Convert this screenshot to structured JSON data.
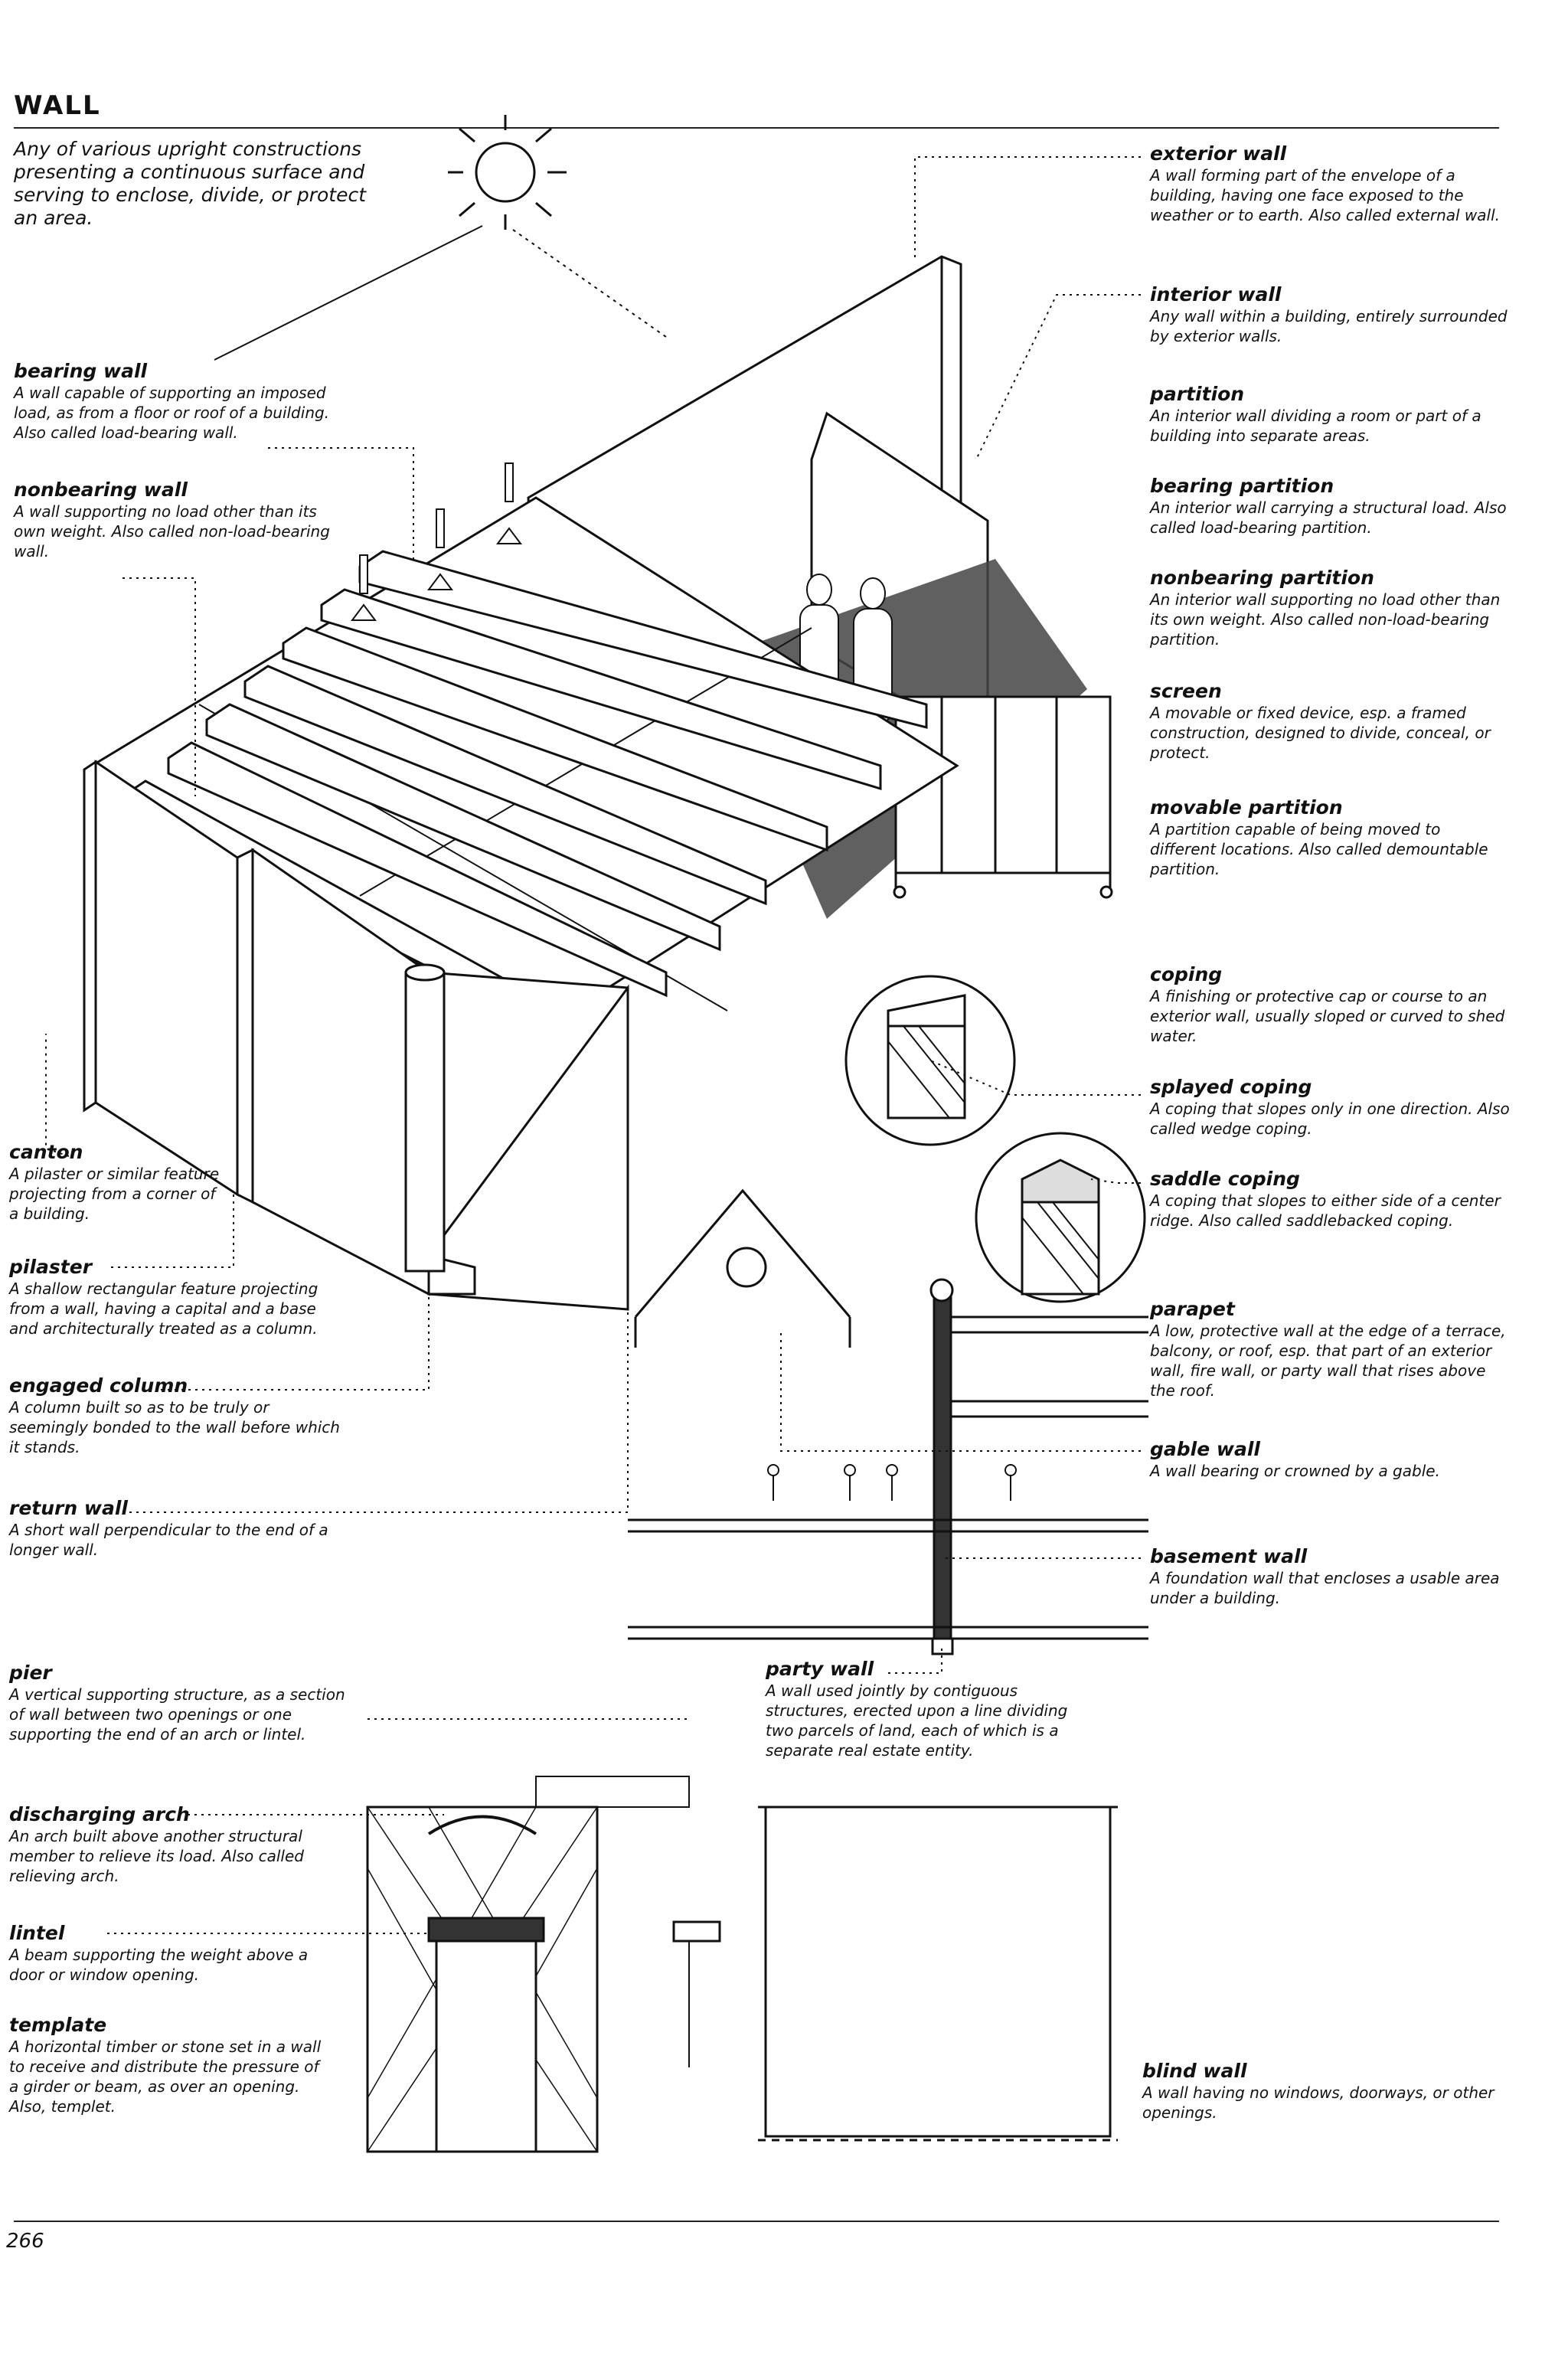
{
  "page": {
    "title": "WALL",
    "intro": "Any of various upright constructions presenting a continuous surface and serving to enclose, divide, or protect an area.",
    "page_number": "266"
  },
  "entries": {
    "exterior_wall": {
      "term": "exterior wall",
      "def": "A wall forming part of the envelope of a building, having one face exposed to the weather or to earth. Also called external wall."
    },
    "interior_wall": {
      "term": "interior wall",
      "def": "Any wall within a building, entirely surrounded by exterior walls."
    },
    "partition": {
      "term": "partition",
      "def": "An interior wall dividing a room or part of a building into separate areas."
    },
    "bearing_partition": {
      "term": "bearing partition",
      "def": "An interior wall carrying a structural load. Also called load-bearing partition."
    },
    "nonbearing_partition": {
      "term": "nonbearing partition",
      "def": "An interior wall supporting no load other than its own weight. Also called non-load-bearing partition."
    },
    "screen": {
      "term": "screen",
      "def": "A movable or fixed device, esp. a framed construction, designed to divide, conceal, or protect."
    },
    "movable_partition": {
      "term": "movable partition",
      "def": "A partition capable of being moved to different locations. Also called demountable partition."
    },
    "bearing_wall": {
      "term": "bearing wall",
      "def": "A wall capable of supporting an imposed load, as from a floor or roof of a building. Also called load-bearing wall."
    },
    "nonbearing_wall": {
      "term": "nonbearing wall",
      "def": "A wall supporting no load other than its own weight. Also called non-load-bearing wall."
    },
    "canton": {
      "term": "canton",
      "def": "A pilaster or similar feature projecting from a corner of a building."
    },
    "pilaster": {
      "term": "pilaster",
      "def": "A shallow rectangular feature projecting from a wall, having a capital and a base and architecturally treated as a column."
    },
    "engaged_column": {
      "term": "engaged column",
      "def": "A column built so as to be truly or seemingly bonded to the wall before which it stands."
    },
    "return_wall": {
      "term": "return wall",
      "def": "A short wall perpendicular to the end of a longer wall."
    },
    "coping": {
      "term": "coping",
      "def": "A finishing or protective cap or course to an exterior wall, usually sloped or curved to shed water."
    },
    "splayed_coping": {
      "term": "splayed coping",
      "def": "A coping that slopes only in one direction. Also called wedge coping."
    },
    "saddle_coping": {
      "term": "saddle coping",
      "def": "A coping that slopes to either side of a center ridge. Also called saddlebacked coping."
    },
    "parapet": {
      "term": "parapet",
      "def": "A low, protective wall at the edge of a terrace, balcony, or roof, esp. that part of an exterior wall, fire wall, or party wall that rises above the roof."
    },
    "gable_wall": {
      "term": "gable wall",
      "def": "A wall bearing or crowned by a gable."
    },
    "basement_wall": {
      "term": "basement wall",
      "def": "A foundation wall that encloses a usable area under a building."
    },
    "party_wall": {
      "term": "party wall",
      "def": "A wall used jointly by contiguous structures, erected upon a line dividing two parcels of land, each of which is a separate real estate entity."
    },
    "pier": {
      "term": "pier",
      "def": "A vertical supporting structure, as a section of wall between two openings or one supporting the end of an arch or lintel."
    },
    "discharging_arch": {
      "term": "discharging arch",
      "def": "An arch built above another structural member to relieve its load. Also called relieving arch."
    },
    "lintel": {
      "term": "lintel",
      "def": "A beam supporting the weight above a door or window opening."
    },
    "template": {
      "term": "template",
      "def": "A horizontal timber or stone set in a wall to receive and distribute the pressure of a girder or beam, as over an opening. Also, templet."
    },
    "blind_wall": {
      "term": "blind wall",
      "def": "A wall having no windows, doorways, or other openings."
    }
  }
}
